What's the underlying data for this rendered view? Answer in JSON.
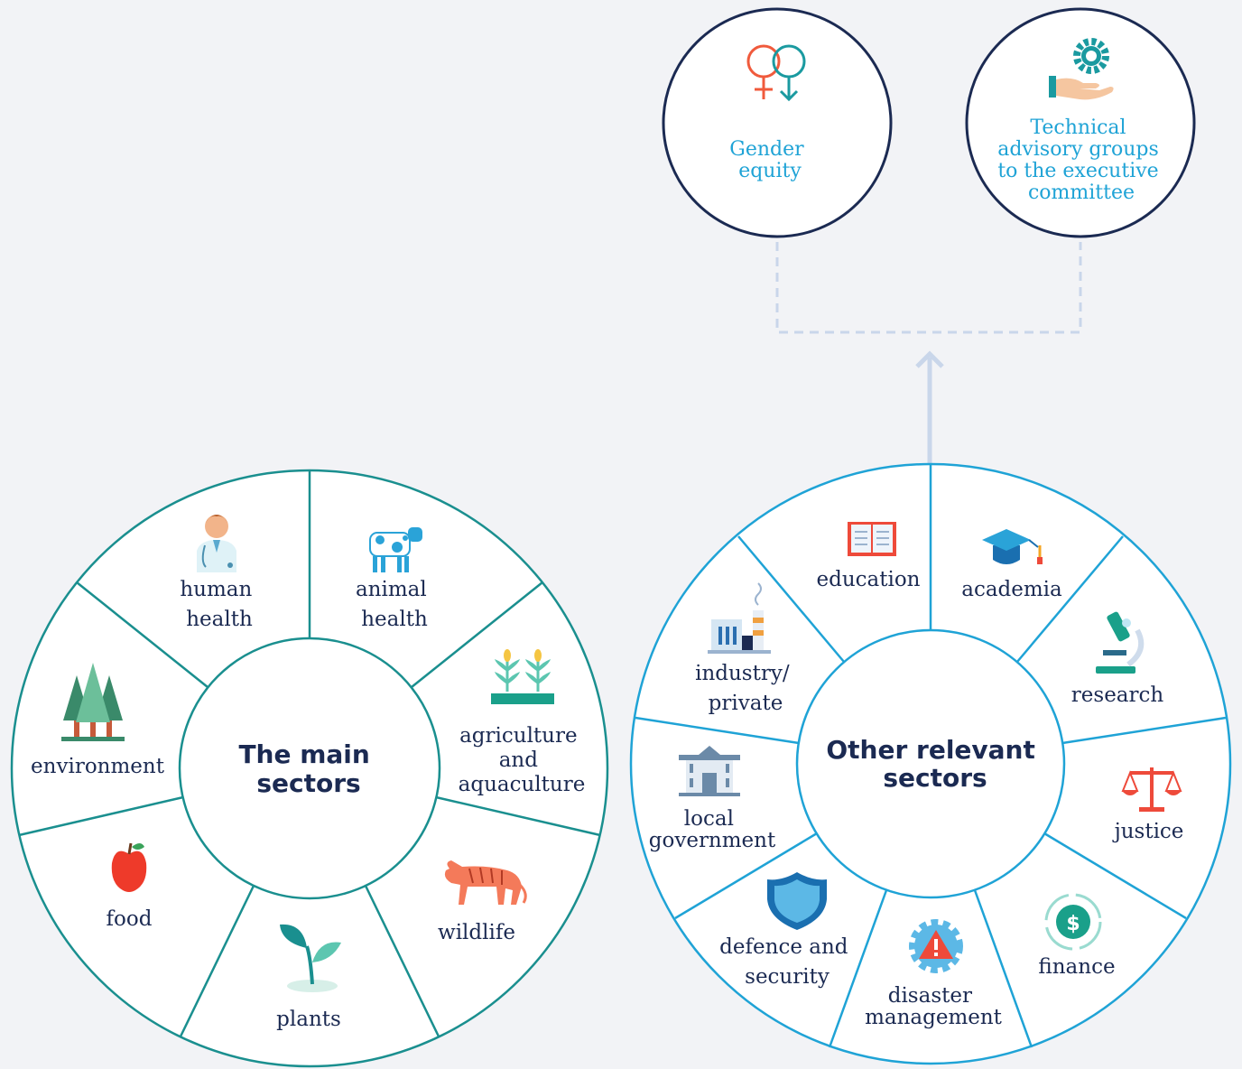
{
  "colors": {
    "background": "#f2f3f6",
    "main_wheel_stroke": "#1a8f8f",
    "other_wheel_stroke": "#1fa3d6",
    "top_circle_stroke": "#1b2a52",
    "top_label": "#1fa3d6",
    "connector": "#c9d6ea",
    "text": "#1b2a52"
  },
  "top_circles": [
    {
      "label_lines": [
        "Gender",
        "equity"
      ],
      "icon": "gender-symbols-icon"
    },
    {
      "label_lines": [
        "Technical",
        "advisory groups",
        "to the executive",
        "committee"
      ],
      "icon": "hand-gear-icon"
    }
  ],
  "main_wheel": {
    "center_lines": [
      "The main",
      "sectors"
    ],
    "segments": [
      {
        "label_lines": [
          "human",
          "health"
        ],
        "icon": "doctor-icon"
      },
      {
        "label_lines": [
          "animal",
          "health"
        ],
        "icon": "cow-icon"
      },
      {
        "label_lines": [
          "agriculture",
          "and",
          "aquaculture"
        ],
        "icon": "crops-icon"
      },
      {
        "label_lines": [
          "wildlife"
        ],
        "icon": "tiger-icon"
      },
      {
        "label_lines": [
          "plants"
        ],
        "icon": "sprout-icon"
      },
      {
        "label_lines": [
          "food"
        ],
        "icon": "apple-icon"
      },
      {
        "label_lines": [
          "environment"
        ],
        "icon": "forest-icon"
      }
    ]
  },
  "other_wheel": {
    "center_lines": [
      "Other relevant",
      "sectors"
    ],
    "segments": [
      {
        "label_lines": [
          "education"
        ],
        "icon": "book-icon"
      },
      {
        "label_lines": [
          "academia"
        ],
        "icon": "graduation-cap-icon"
      },
      {
        "label_lines": [
          "research"
        ],
        "icon": "microscope-icon"
      },
      {
        "label_lines": [
          "justice"
        ],
        "icon": "scales-icon"
      },
      {
        "label_lines": [
          "finance"
        ],
        "icon": "dollar-cycle-icon"
      },
      {
        "label_lines": [
          "disaster",
          "management"
        ],
        "icon": "warning-gear-icon"
      },
      {
        "label_lines": [
          "defence and",
          "security"
        ],
        "icon": "shield-icon"
      },
      {
        "label_lines": [
          "local",
          "government"
        ],
        "icon": "government-building-icon"
      },
      {
        "label_lines": [
          "industry/",
          "private"
        ],
        "icon": "factory-icon"
      }
    ]
  }
}
